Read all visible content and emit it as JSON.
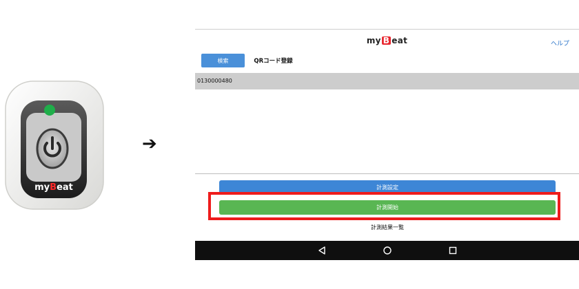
{
  "device": {
    "logo_text": "myBeat",
    "logo_prefix": "my",
    "logo_letter": "B",
    "logo_suffix": "eat",
    "led_color": "#1fae4a",
    "body_color": "#f2f2f0"
  },
  "arrow": "➔",
  "app": {
    "brand_prefix": "my",
    "brand_letter": "B",
    "brand_suffix": "eat",
    "help_label": "ヘルプ",
    "tabs": {
      "search_label": "検索",
      "qr_label": "QRコード登録"
    },
    "devices": [
      {
        "id": "0130000480"
      }
    ],
    "buttons": {
      "settings_label": "計測設定",
      "start_label": "計測開始",
      "results_label": "計測結果一覧"
    },
    "colors": {
      "primary_blue": "#3d86d6",
      "start_green": "#59b653",
      "highlight_red": "#ee1c1c"
    }
  },
  "nav": {
    "icons": [
      "back-triangle-icon",
      "home-circle-icon",
      "recent-square-icon"
    ]
  }
}
